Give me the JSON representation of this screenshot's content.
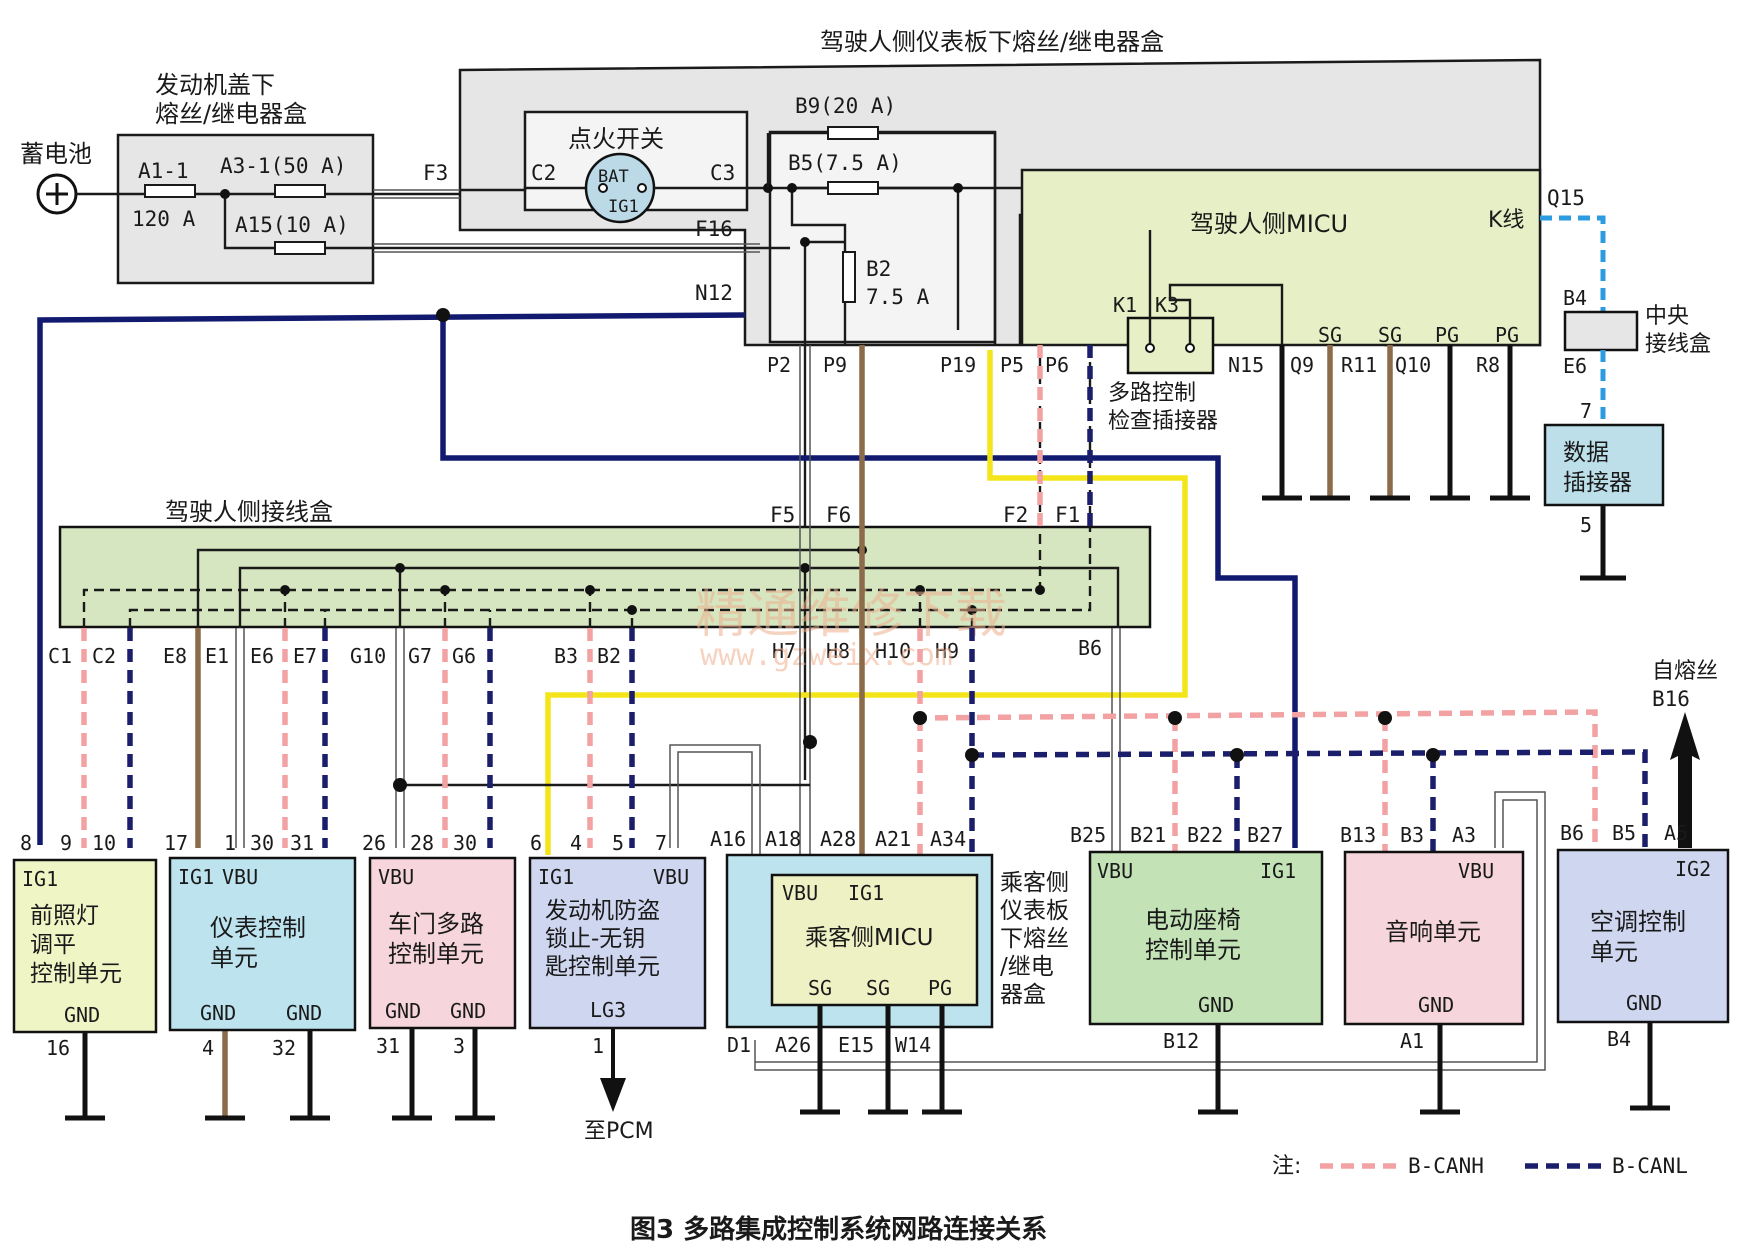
{
  "labels": {
    "battery": "蓄电池",
    "engine_box_line1": "发动机盖下",
    "engine_box_line2": "熔丝/继电器盒",
    "driver_panel_box": "驾驶人侧仪表板下熔丝/继电器盒",
    "ignition_switch": "点火开关",
    "bat": "BAT",
    "ig1": "IG1",
    "driver_micu": "驾驶人侧MICU",
    "k_line": "K线",
    "center_box_line1": "中央",
    "center_box_line2": "接线盒",
    "data_connector_line1": "数据",
    "data_connector_line2": "插接器",
    "multi_check_line1": "多路控制",
    "multi_check_line2": "检查插接器",
    "driver_junction_box": "驾驶人侧接线盒",
    "passenger_box_lines": [
      "乘客侧",
      "仪表板",
      "下熔丝",
      "/继电",
      "器盒"
    ],
    "from_fuse_line1": "自熔丝",
    "from_fuse_line2": "B16",
    "to_pcm": "至PCM",
    "watermark1": "精通维修下载",
    "watermark2": "www.gzweix.com",
    "figure_caption": "图3  多路集成控制系统网路连接关系"
  },
  "fuses": {
    "a1_1": "A1-1",
    "a1_1_rating": "120 A",
    "a3_1": "A3-1(50 A)",
    "a15": "A15(10 A)",
    "b9": "B9(20 A)",
    "b5": "B5(7.5 A)",
    "b2": "B2",
    "b2_rating": "7.5 A"
  },
  "connectors": {
    "f3": "F3",
    "c2": "C2",
    "c3": "C3",
    "f16": "F16",
    "n12": "N12",
    "q15": "Q15",
    "b4": "B4",
    "e6": "E6",
    "pin7": "7",
    "pin5": "5",
    "k1": "K1",
    "k3": "K3",
    "p2": "P2",
    "p9": "P9",
    "p19": "P19",
    "p5": "P5",
    "p6": "P6",
    "n15": "N15",
    "q9": "Q9",
    "r11": "R11",
    "q10": "Q10",
    "r8": "R8",
    "sg1": "SG",
    "sg2": "SG",
    "pg1": "PG",
    "pg2": "PG",
    "f5": "F5",
    "f6": "F6",
    "f2": "F2",
    "f1": "F1",
    "c1": "C1",
    "c2b": "C2",
    "e8": "E8",
    "e1": "E1",
    "e6b": "E6",
    "e7": "E7",
    "g10": "G10",
    "g7": "G7",
    "g6": "G6",
    "b3": "B3",
    "b2c": "B2",
    "h7": "H7",
    "h8": "H8",
    "h10": "H10",
    "h9": "H9",
    "b6": "B6"
  },
  "units": {
    "headlight": {
      "lines": [
        "前照灯",
        "调平",
        "控制单元"
      ],
      "top": "IG1",
      "gnd": "GND",
      "pins": [
        "8",
        "9",
        "10"
      ],
      "bottom_pin": "16"
    },
    "meter": {
      "lines": [
        "仪表控制",
        "单元"
      ],
      "top_left": "IG1",
      "top_right": "VBU",
      "gnd1": "GND",
      "gnd2": "GND",
      "pins": [
        "17",
        "1",
        "30",
        "31"
      ],
      "bottom_pin1": "4",
      "bottom_pin2": "32"
    },
    "door": {
      "lines": [
        "车门多路",
        "控制单元"
      ],
      "top": "VBU",
      "gnd1": "GND",
      "gnd2": "GND",
      "pins": [
        "26",
        "28",
        "30"
      ],
      "bottom_pin1": "31",
      "bottom_pin2": "3"
    },
    "immobilizer": {
      "lines": [
        "发动机防盗",
        "锁止-无钥",
        "匙控制单元"
      ],
      "top_left": "IG1",
      "top_right": "VBU",
      "bottom": "LG3",
      "pins": [
        "6",
        "4",
        "5",
        "7"
      ],
      "bottom_pin": "1"
    },
    "passenger_micu": {
      "name": "乘客侧MICU",
      "top_left": "VBU",
      "top_right": "IG1",
      "sg1": "SG",
      "sg2": "SG",
      "pg": "PG",
      "pins": [
        "A16",
        "A18",
        "A28",
        "A21",
        "A34"
      ],
      "bottom_pins": [
        "D1",
        "A26",
        "E15",
        "W14"
      ]
    },
    "seat": {
      "lines": [
        "电动座椅",
        "控制单元"
      ],
      "top_left": "VBU",
      "top_right": "IG1",
      "gnd": "GND",
      "pins": [
        "B25",
        "B21",
        "B22",
        "B27"
      ],
      "bottom_pin": "B12"
    },
    "audio": {
      "name": "音响单元",
      "top": "VBU",
      "gnd": "GND",
      "pins": [
        "B13",
        "B3",
        "A3"
      ],
      "bottom_pin": "A1"
    },
    "aircon": {
      "lines": [
        "空调控制",
        "单元"
      ],
      "top": "IG2",
      "gnd": "GND",
      "pins": [
        "B6",
        "B5",
        "A5"
      ],
      "bottom_pin": "B4"
    }
  },
  "legend": {
    "note": "注:",
    "canh": "B-CANH",
    "canl": "B-CANL",
    "canh_color": "#f2a2a2",
    "canl_color": "#1b1f6b"
  },
  "colors": {
    "power_wire": "#111a6e",
    "ground_brown": "#8b6b4a",
    "ig_yellow": "#f3e51a",
    "k_line": "#2c9be0",
    "micu_fill": "#e6efc5",
    "junction_fill": "#d5e6c0"
  }
}
